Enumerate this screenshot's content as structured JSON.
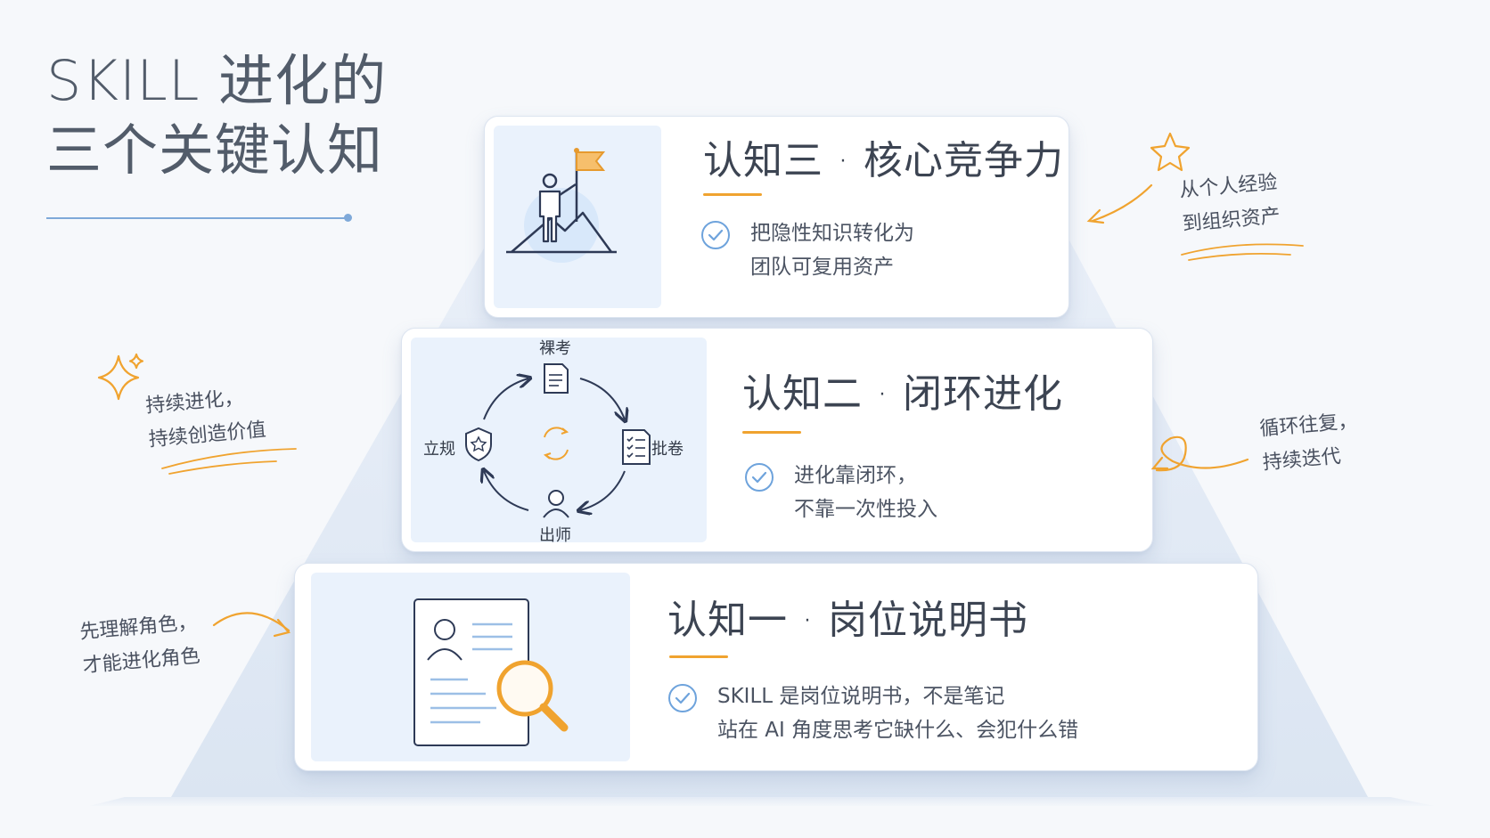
{
  "title": {
    "line1": "SKILL 进化的",
    "line2": "三个关键认知"
  },
  "levels": [
    {
      "heading": "认知三 · 核心竞争力",
      "text_lines": [
        "把隐性知识转化为",
        "团队可复用资产"
      ],
      "illustration": "summit-flag-icon"
    },
    {
      "heading": "认知二 · 闭环进化",
      "text_lines": [
        "进化靠闭环，",
        "不靠一次性投入"
      ],
      "illustration": "cycle-diagram",
      "cycle": {
        "top": "裸考",
        "right": "批卷",
        "bottom": "出师",
        "left": "立规"
      }
    },
    {
      "heading": "认知一 · 岗位说明书",
      "text_lines": [
        "SKILL 是岗位说明书，不是笔记",
        "站在 AI 角度思考它缺什么、会犯什么错"
      ],
      "illustration": "job-description-search-icon"
    }
  ],
  "notes": {
    "top_right": [
      "从个人经验",
      "到组织资产"
    ],
    "mid_left": [
      "持续进化，",
      "持续创造价值"
    ],
    "mid_right": [
      "循环往复，",
      "持续迭代"
    ],
    "bottom_left": [
      "先理解角色，",
      "才能进化角色"
    ]
  },
  "colors": {
    "accent": "#f0a32f",
    "blue": "#7fa9d9",
    "ink": "#3c4452"
  }
}
